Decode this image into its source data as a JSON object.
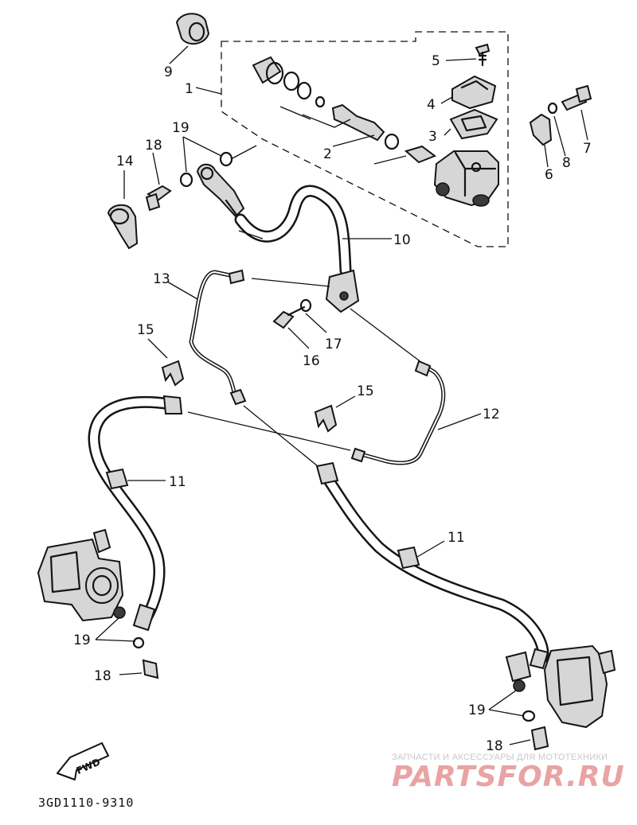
{
  "diagram": {
    "callouts": {
      "n1": "1",
      "n2": "2",
      "n3": "3",
      "n4": "4",
      "n5": "5",
      "n6": "6",
      "n7": "7",
      "n8": "8",
      "n9": "9",
      "n10": "10",
      "n11a": "11",
      "n11b": "11",
      "n12": "12",
      "n13": "13",
      "n14": "14",
      "n15a": "15",
      "n15b": "15",
      "n16": "16",
      "n17": "17",
      "n18a": "18",
      "n18b": "18",
      "n18c": "18",
      "n19a": "19",
      "n19b": "19",
      "n19c": "19"
    },
    "direction_marker": "FWD",
    "catalog_code": "3GD1110-9310",
    "watermark": {
      "caption": "ЗАПЧАСТИ И АКСЕССУАРЫ ДЛЯ МОТОТЕХНИКИ",
      "brand": "PARTSFOR.RU",
      "brand_color": "#e9a3a3"
    }
  }
}
